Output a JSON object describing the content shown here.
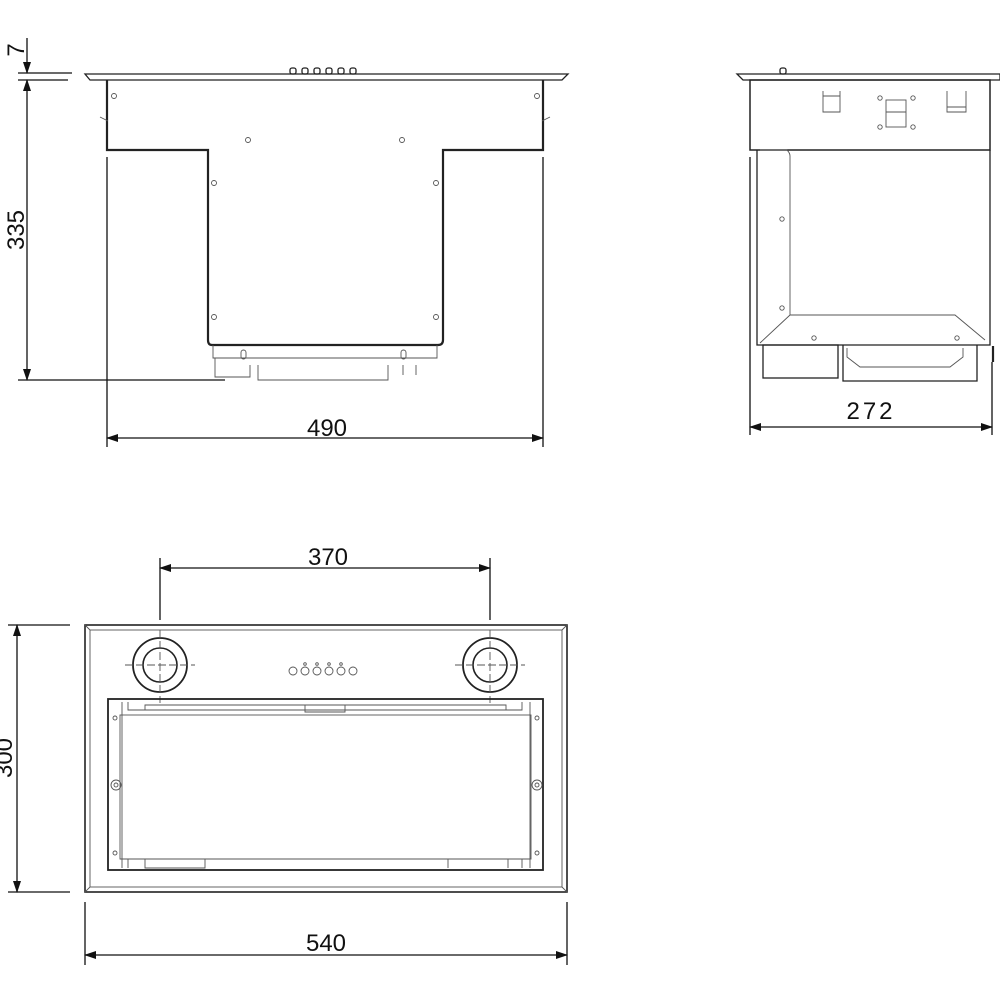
{
  "drawing": {
    "front_view": {
      "height_top": "7",
      "height_total": "335",
      "width": "490"
    },
    "side_view": {
      "depth": "272"
    },
    "top_view": {
      "outlet_spacing": "370",
      "depth": "300",
      "width": "540"
    }
  },
  "colors": {
    "line": "#222222",
    "background": "#ffffff"
  }
}
